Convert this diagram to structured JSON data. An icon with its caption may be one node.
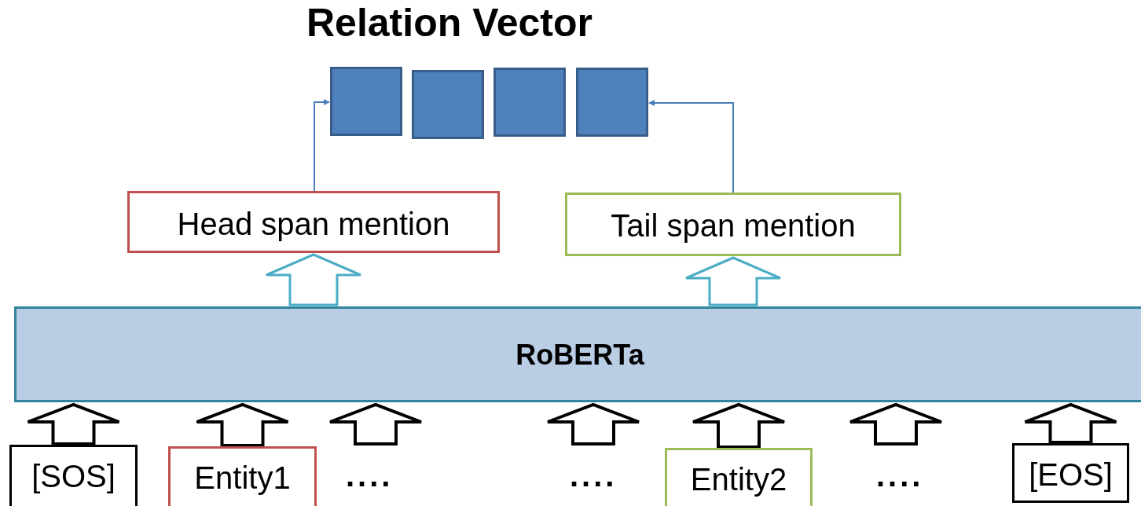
{
  "diagram": {
    "title": "Relation Vector",
    "nodes": [
      {
        "text": [],
        "shape": "box"
      },
      {
        "text": [],
        "shape": "box"
      },
      {
        "text": [],
        "shape": "box"
      },
      {
        "text": [],
        "shape": "box"
      },
      {
        "text": [
          "Head span mention"
        ]
      },
      {
        "text": [
          "Tail span mention"
        ]
      },
      {
        "text": [
          "RoBERTa"
        ]
      },
      {
        "text": [
          "[SOS]"
        ]
      },
      {
        "text": [
          "Entity1"
        ]
      },
      {
        "text": [
          "Entity2"
        ]
      },
      {
        "text": [
          "[EOS]"
        ]
      }
    ],
    "edges": [
      {
        "from": 4,
        "to": 0,
        "arrow": "to",
        "color": "#4a7ebb"
      },
      {
        "from": 5,
        "to": 3,
        "arrow": "to",
        "color": "#4a7ebb"
      },
      {
        "from": 6,
        "to": 4,
        "arrow": "to",
        "style": "thick",
        "color": "#4bacc6"
      },
      {
        "from": 6,
        "to": 5,
        "arrow": "to",
        "style": "thick",
        "color": "#4bacc6"
      },
      {
        "from": 7,
        "to": 6,
        "arrow": "to",
        "style": "thick"
      },
      {
        "from": 8,
        "to": 6,
        "arrow": "to",
        "style": "thick"
      },
      {
        "from": null,
        "to": 6,
        "arrow": "to",
        "style": "thick"
      },
      {
        "from": null,
        "to": 6,
        "arrow": "to",
        "style": "thick"
      },
      {
        "from": 9,
        "to": 6,
        "arrow": "to",
        "style": "thick"
      },
      {
        "from": null,
        "to": 6,
        "arrow": "to",
        "style": "thick"
      },
      {
        "from": 10,
        "to": 6,
        "arrow": "to",
        "style": "thick"
      }
    ],
    "labels": [
      "....",
      "....",
      "...."
    ]
  }
}
